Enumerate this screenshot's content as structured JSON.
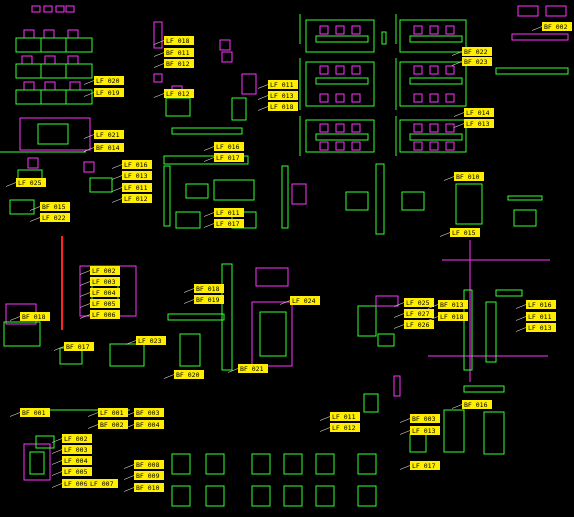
{
  "drawing": {
    "background": "#000000",
    "colors": {
      "furniture": "#ff33ff",
      "outline": "#33ff33",
      "wall": "#cccccc",
      "accent": "#ff2222",
      "label_fill": "#ffee00",
      "leader": "#dddddd",
      "arrow": "#ff6666"
    }
  },
  "labels": [
    {
      "id": "lbl-bf002-top",
      "text": "BF 002"
    },
    {
      "id": "lbl-lf018-a",
      "text": "LF 018"
    },
    {
      "id": "lbl-bf011-a",
      "text": "BF 011"
    },
    {
      "id": "lbl-bf012-a",
      "text": "BF 012"
    },
    {
      "id": "lbl-bf022",
      "text": "BF 022"
    },
    {
      "id": "lbl-bf023",
      "text": "BF 023"
    },
    {
      "id": "lbl-lf020",
      "text": "LF 020"
    },
    {
      "id": "lbl-lf019",
      "text": "LF 019"
    },
    {
      "id": "lbl-lf012-a",
      "text": "LF 012"
    },
    {
      "id": "lbl-lf011-a",
      "text": "LF 011"
    },
    {
      "id": "lbl-lf013-a",
      "text": "LF 013"
    },
    {
      "id": "lbl-lf018-b",
      "text": "LF 018"
    },
    {
      "id": "lbl-lf014-r",
      "text": "LF 014"
    },
    {
      "id": "lbl-lf013-r",
      "text": "LF 013"
    },
    {
      "id": "lbl-lf021",
      "text": "LF 021"
    },
    {
      "id": "lbl-bf014-a",
      "text": "BF 014"
    },
    {
      "id": "lbl-lf016-c",
      "text": "LF 016"
    },
    {
      "id": "lbl-lf017-c",
      "text": "LF 017"
    },
    {
      "id": "lbl-lf016-b",
      "text": "LF 016"
    },
    {
      "id": "lbl-lf013-b",
      "text": "LF 013"
    },
    {
      "id": "lbl-lf011-b",
      "text": "LF 011"
    },
    {
      "id": "lbl-lf012-b",
      "text": "LF 012"
    },
    {
      "id": "lbl-lf025",
      "text": "LF 025"
    },
    {
      "id": "lbl-bf015",
      "text": "BF 015"
    },
    {
      "id": "lbl-lf022",
      "text": "LF 022"
    },
    {
      "id": "lbl-bf010",
      "text": "BF 010"
    },
    {
      "id": "lbl-lf011-c",
      "text": "LF 011"
    },
    {
      "id": "lbl-lf017-d",
      "text": "LF 017"
    },
    {
      "id": "lbl-lf015",
      "text": "LF 015"
    },
    {
      "id": "lbl-lf002-a",
      "text": "LF 002"
    },
    {
      "id": "lbl-lf003-a",
      "text": "LF 003"
    },
    {
      "id": "lbl-lf004-a",
      "text": "LF 004"
    },
    {
      "id": "lbl-lf005-a",
      "text": "LF 005"
    },
    {
      "id": "lbl-lf006-a",
      "text": "LF 006"
    },
    {
      "id": "lbl-bf018-a",
      "text": "BF 018"
    },
    {
      "id": "lbl-bf019",
      "text": "BF 019"
    },
    {
      "id": "lbl-lf024",
      "text": "LF 024"
    },
    {
      "id": "lbl-bf018-b",
      "text": "BF 018"
    },
    {
      "id": "lbl-lf025-b",
      "text": "LF 025"
    },
    {
      "id": "lbl-lf027",
      "text": "LF 027"
    },
    {
      "id": "lbl-lf026",
      "text": "LF 026"
    },
    {
      "id": "lbl-bf013",
      "text": "BF 013"
    },
    {
      "id": "lbl-lf018-r",
      "text": "LF 018"
    },
    {
      "id": "lbl-lf016-r",
      "text": "LF 016"
    },
    {
      "id": "lbl-lf011-r",
      "text": "LF 011"
    },
    {
      "id": "lbl-lf013-rr",
      "text": "LF 013"
    },
    {
      "id": "lbl-bf017",
      "text": "BF 017"
    },
    {
      "id": "lbl-lf023",
      "text": "LF 023"
    },
    {
      "id": "lbl-bf020",
      "text": "BF 020"
    },
    {
      "id": "lbl-bf021",
      "text": "BF 021"
    },
    {
      "id": "lbl-bf016",
      "text": "BF 016"
    },
    {
      "id": "lbl-bf001",
      "text": "BF 001"
    },
    {
      "id": "lbl-lf001",
      "text": "LF 001"
    },
    {
      "id": "lbl-bf002",
      "text": "BF 002"
    },
    {
      "id": "lbl-bf003",
      "text": "BF 003"
    },
    {
      "id": "lbl-bf004",
      "text": "BF 004"
    },
    {
      "id": "lbl-lf011-d",
      "text": "LF 011"
    },
    {
      "id": "lbl-lf012-d",
      "text": "LF 012"
    },
    {
      "id": "lbl-bf003-r",
      "text": "BF 003"
    },
    {
      "id": "lbl-lf013-d",
      "text": "LF 013"
    },
    {
      "id": "lbl-lf002-b",
      "text": "LF 002"
    },
    {
      "id": "lbl-lf003-b",
      "text": "LF 003"
    },
    {
      "id": "lbl-lf004-b",
      "text": "LF 004"
    },
    {
      "id": "lbl-lf005-b",
      "text": "LF 005"
    },
    {
      "id": "lbl-lf006-b",
      "text": "LF 006"
    },
    {
      "id": "lbl-lf007",
      "text": "LF 007"
    },
    {
      "id": "lbl-bf008",
      "text": "BF 008"
    },
    {
      "id": "lbl-bf009",
      "text": "BF 009"
    },
    {
      "id": "lbl-bf010-b",
      "text": "BF 010"
    },
    {
      "id": "lbl-lf017-e",
      "text": "LF 017"
    }
  ]
}
